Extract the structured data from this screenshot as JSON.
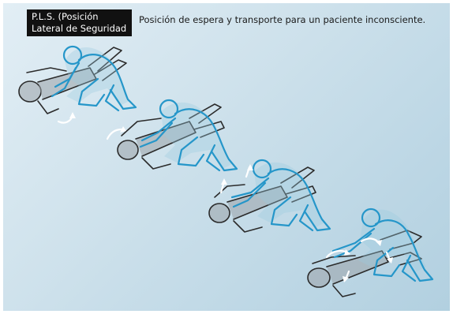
{
  "title": {
    "line1": "P.L.S. (Posición",
    "line2": "Lateral de Seguridad"
  },
  "description": "Posición de espera y transporte para un paciente inconsciente.",
  "colors": {
    "rescuer_outline": "#2596c9",
    "patient_outline": "#2b2b2b",
    "arrow": "#ffffff",
    "background": "#c6dce8"
  },
  "steps": [
    {
      "name": "step-1"
    },
    {
      "name": "step-2"
    },
    {
      "name": "step-3"
    },
    {
      "name": "step-4"
    }
  ]
}
